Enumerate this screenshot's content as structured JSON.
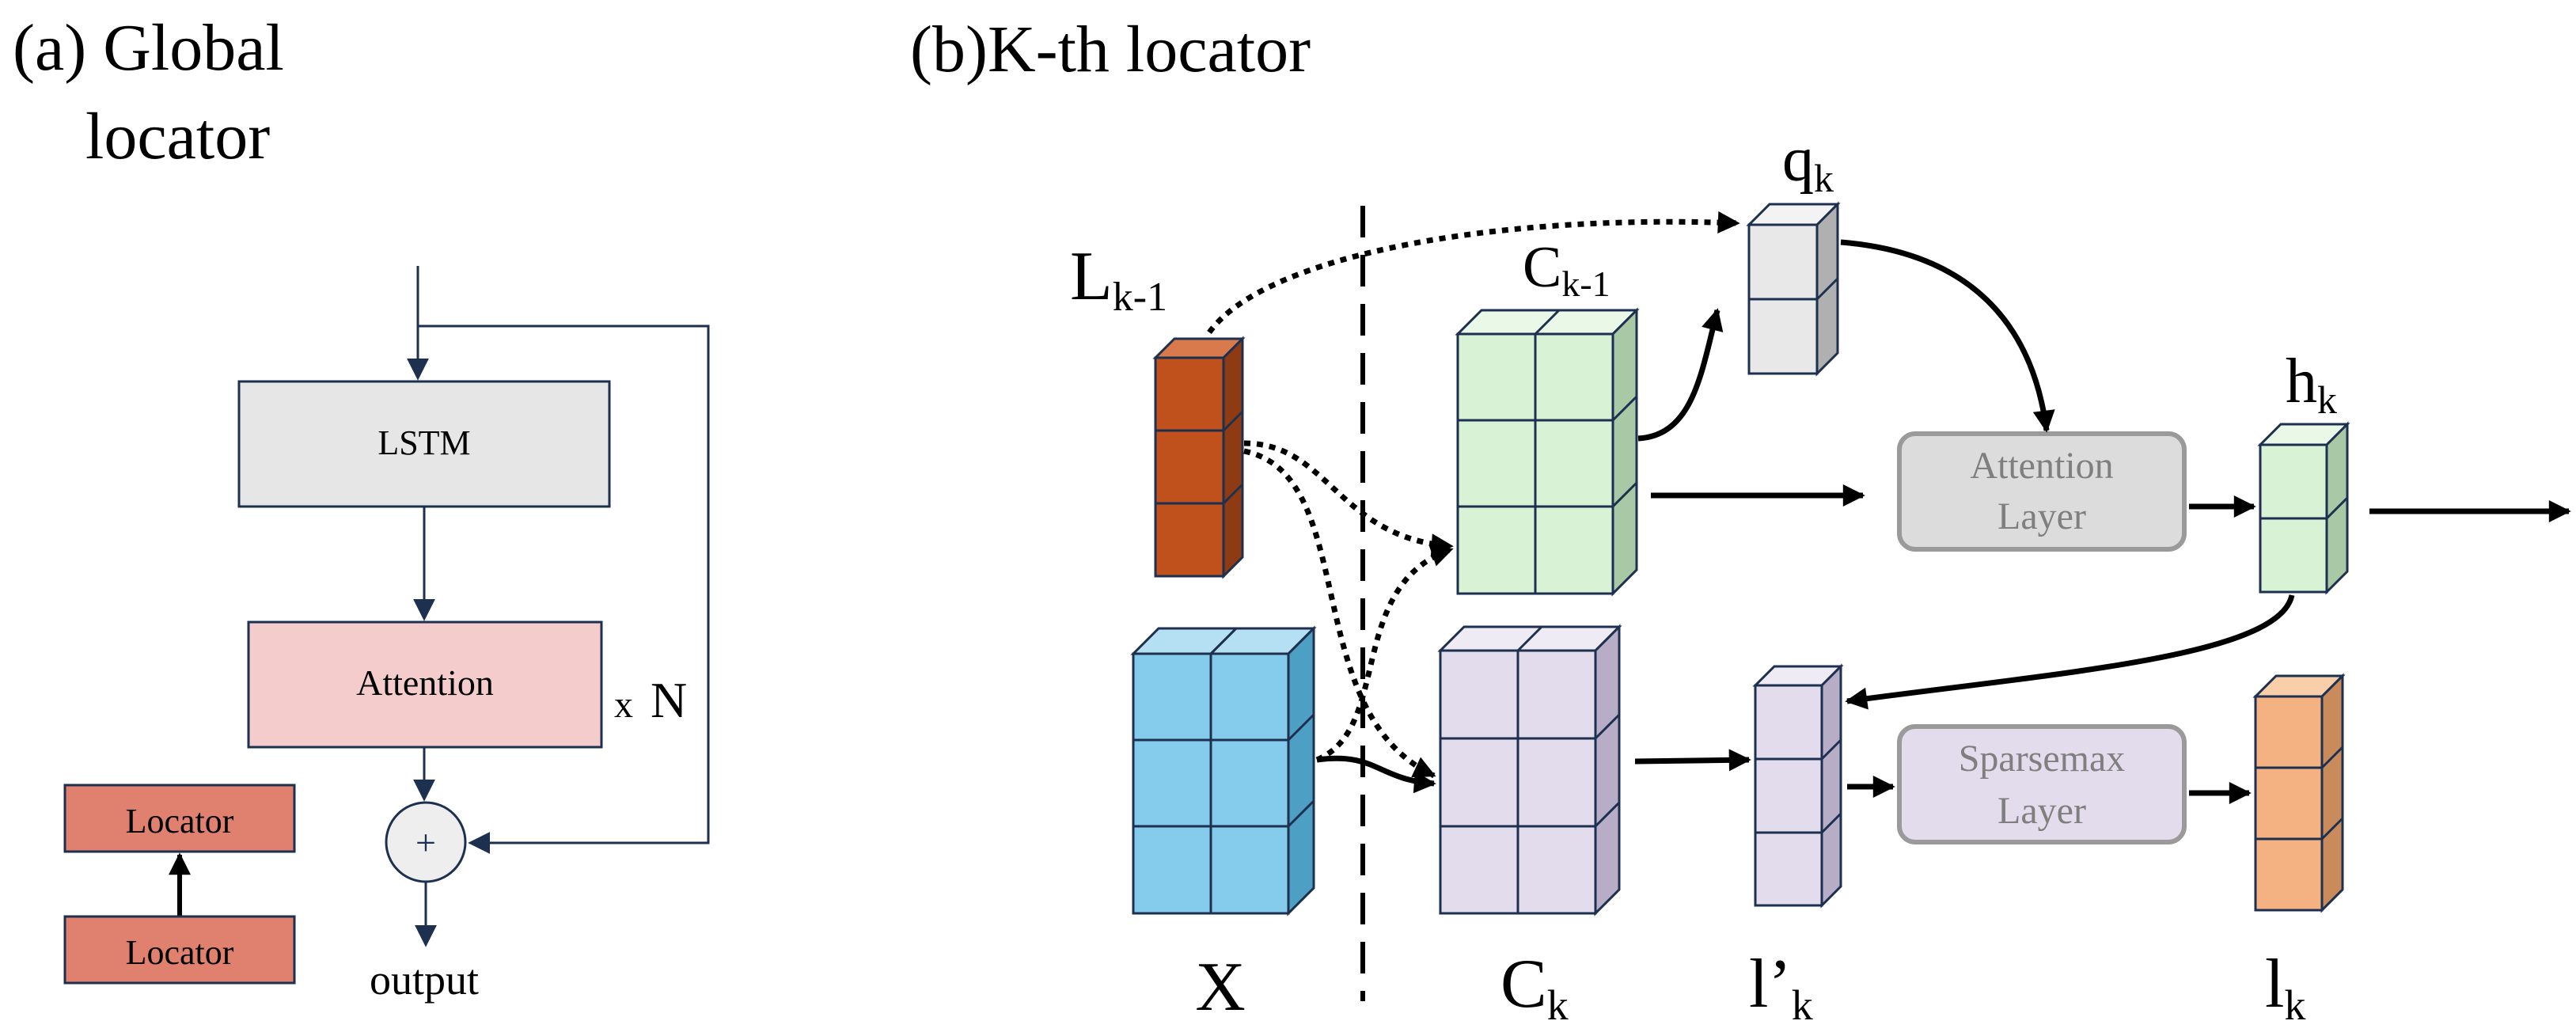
{
  "panel_a": {
    "title_line1": "(a) Global",
    "title_line2": "locator",
    "lstm_label": "LSTM",
    "attention_label": "Attention",
    "repeat_x": "x",
    "repeat_n": "N",
    "plus_symbol": "+",
    "output_label": "output",
    "locator_top_label": "Locator",
    "locator_bottom_label": "Locator"
  },
  "panel_b": {
    "title": "(b)K-th locator",
    "L_main": "L",
    "L_sub": "k-1",
    "C_prev_main": "C",
    "C_prev_sub": "k-1",
    "q_main": "q",
    "q_sub": "k",
    "h_main": "h",
    "h_sub": "k",
    "attention_layer_line1": "Attention",
    "attention_layer_line2": "Layer",
    "sparsemax_layer_line1": "Sparsemax",
    "sparsemax_layer_line2": "Layer",
    "X_label": "X",
    "Ck_main": "C",
    "Ck_sub": "k",
    "lprime_main": "l’",
    "lprime_sub": "k",
    "lk_main": "l",
    "lk_sub": "k"
  },
  "colors": {
    "lstm_fill": "#e6e6e6",
    "attention_fill": "#f4cccc",
    "locator_fill": "#e0806e",
    "L_orange": "#c0501c",
    "X_blue": "#85ccec",
    "C_green": "#d8f2d6",
    "C_purple": "#e2dced",
    "q_grey": "#e8e8e8",
    "l_orange": "#f4b283",
    "layer_grey": "#dcdcdc",
    "layer_purple": "#e3dcec",
    "navy_stroke": "#1e3050"
  }
}
